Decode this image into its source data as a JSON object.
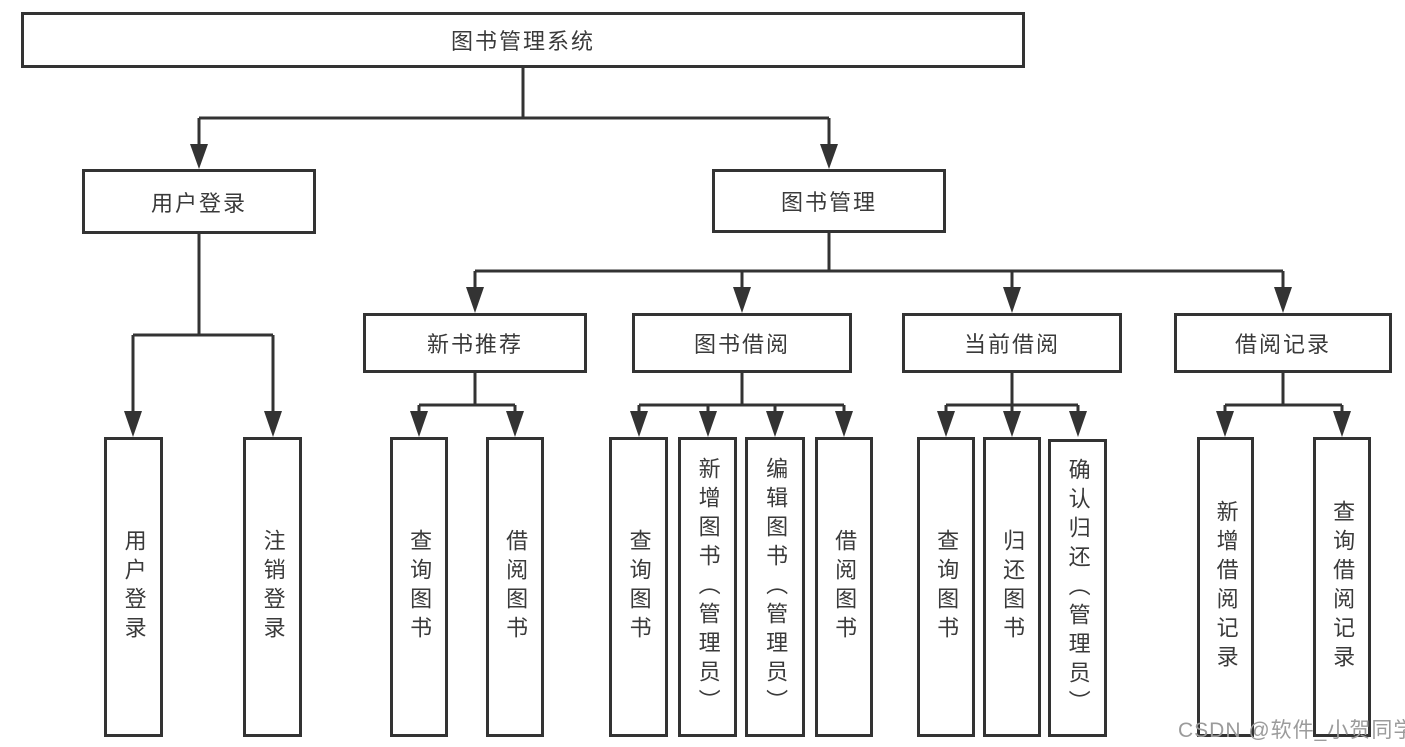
{
  "colors": {
    "line": "#333333",
    "box_border": "#333333",
    "text": "#3a3a3a",
    "watermark": "#9b9b9b",
    "background": "#ffffff"
  },
  "watermark": "CSDN @软件_小贺同学",
  "tree": {
    "root": "图书管理系统",
    "user_login": {
      "label": "用户登录",
      "children": [
        "用户登录",
        "注销登录"
      ]
    },
    "book_mgmt": {
      "label": "图书管理",
      "groups": [
        {
          "label": "新书推荐",
          "children": [
            "查询图书",
            "借阅图书"
          ]
        },
        {
          "label": "图书借阅",
          "children": [
            "查询图书",
            "新增图书（管理员）",
            "编辑图书（管理员）",
            "借阅图书"
          ]
        },
        {
          "label": "当前借阅",
          "children": [
            "查询图书",
            "归还图书",
            "确认归还（管理员）"
          ]
        },
        {
          "label": "借阅记录",
          "children": [
            "新增借阅记录",
            "查询借阅记录"
          ]
        }
      ]
    }
  }
}
